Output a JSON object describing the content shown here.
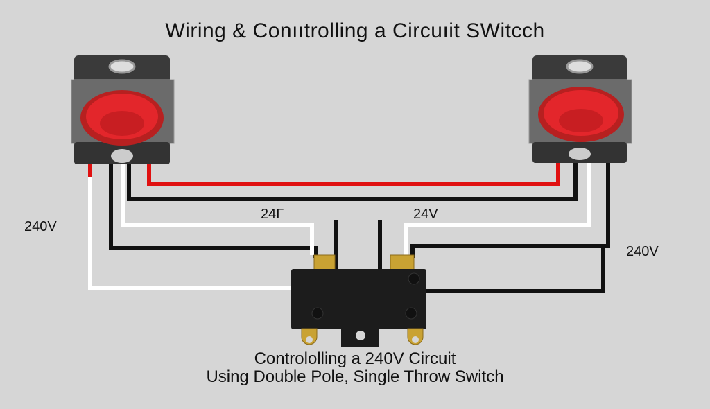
{
  "title": "Wiring & Conııtrolling a Circuıit SWitcch",
  "labels": {
    "left_voltage": "240V",
    "right_voltage": "240V",
    "left_low_voltage": "24Г",
    "right_low_voltage": "24V"
  },
  "caption": {
    "line1": "Contrololling a 240V Circuit",
    "line2": "Using Double Pole, Single Throw Switch"
  },
  "colors": {
    "background": "#d6d6d6",
    "red_wire": "#e01010",
    "black_wire": "#111111",
    "white_wire": "#ffffff",
    "switch_red": "#e3262b",
    "relay_body": "#1c1c1c",
    "brass": "#c9a233"
  }
}
